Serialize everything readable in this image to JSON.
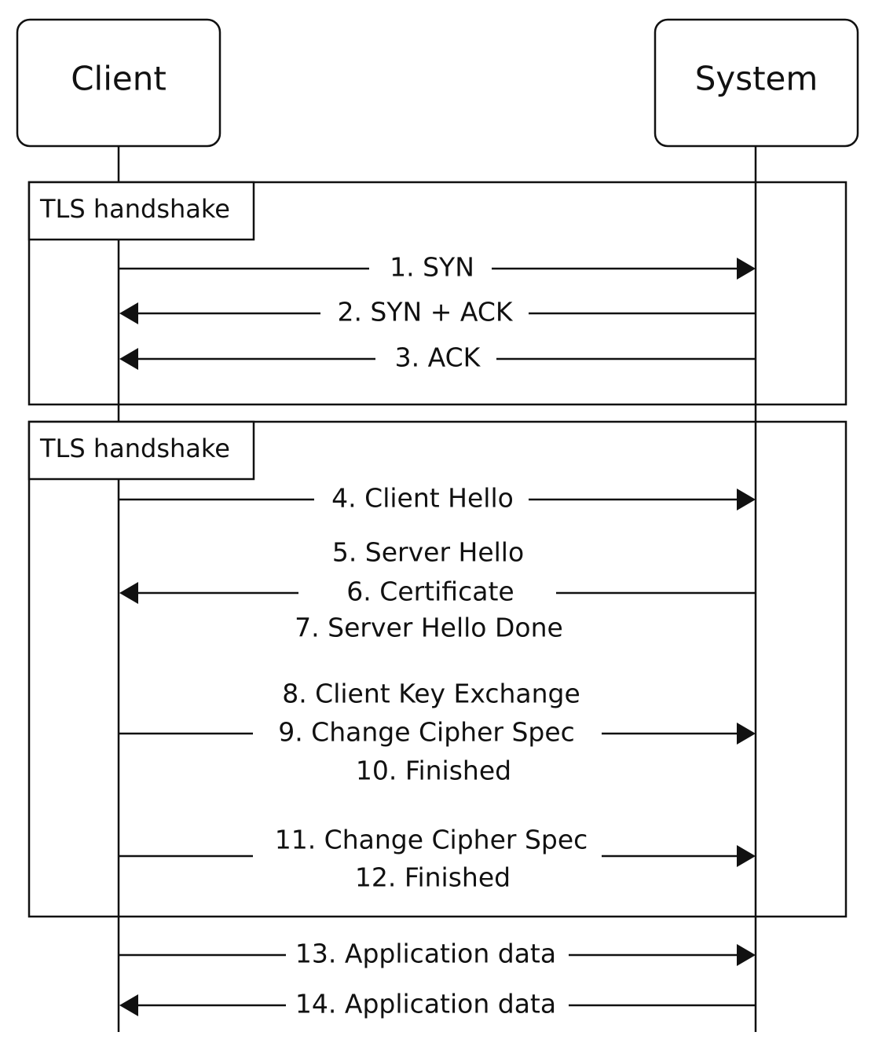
{
  "participants": {
    "client": "Client",
    "system": "System"
  },
  "groups": [
    {
      "label": "TLS handshake"
    },
    {
      "label": "TLS handshake"
    }
  ],
  "messages": [
    {
      "lines": [
        "1. SYN"
      ],
      "direction": "right"
    },
    {
      "lines": [
        "2. SYN + ACK"
      ],
      "direction": "left"
    },
    {
      "lines": [
        "3. ACK"
      ],
      "direction": "left"
    },
    {
      "lines": [
        "4. Client Hello"
      ],
      "direction": "right"
    },
    {
      "lines": [
        "5. Server Hello",
        "6. Certificate",
        "7. Server Hello Done"
      ],
      "direction": "left"
    },
    {
      "lines": [
        "8. Client Key Exchange",
        "9. Change Cipher Spec",
        "10. Finished"
      ],
      "direction": "right"
    },
    {
      "lines": [
        "11. Change Cipher Spec",
        "12. Finished"
      ],
      "direction": "right"
    },
    {
      "lines": [
        "13. Application data"
      ],
      "direction": "right"
    },
    {
      "lines": [
        "14. Application data"
      ],
      "direction": "left"
    }
  ],
  "colors": {
    "line": "#111111",
    "background": "#ffffff"
  }
}
